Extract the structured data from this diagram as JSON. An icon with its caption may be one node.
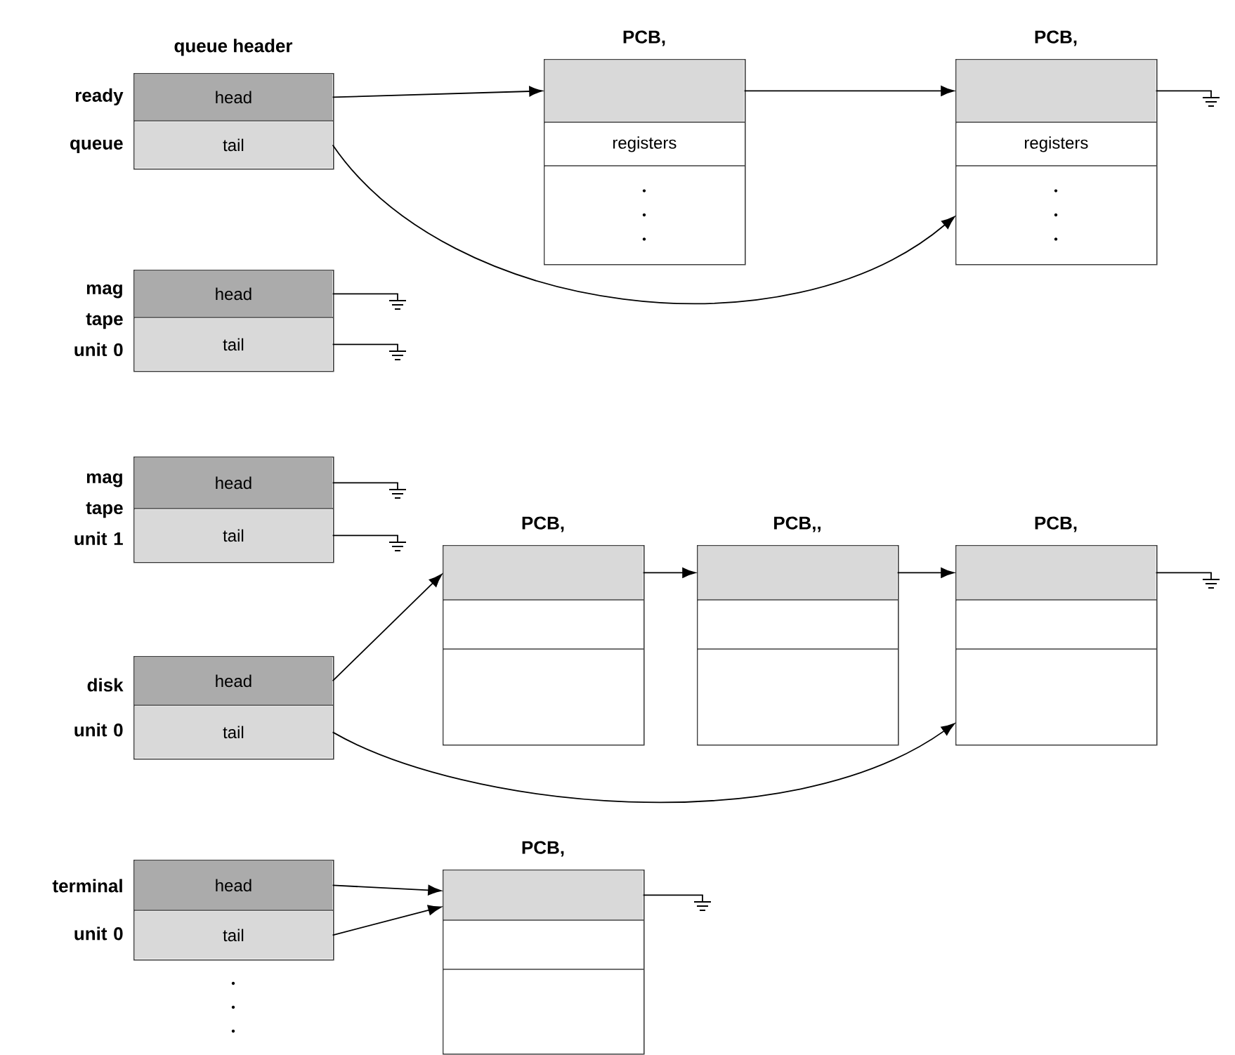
{
  "diagram": {
    "nodes": [
      {
        "text": [],
        "shape": "box",
        "beside": [
          "ready queue"
        ]
      },
      {
        "text": [
          "head"
        ],
        "in": 0
      },
      {
        "text": [
          "tail"
        ],
        "in": 0
      },
      {
        "text": [],
        "shape": "box",
        "beside": [
          "PCB,"
        ]
      },
      {
        "text": [],
        "shape": "box",
        "in": 3
      },
      {
        "text": [
          "registers"
        ],
        "in": 3
      },
      {
        "text": [],
        "shape": "box",
        "in": 3
      },
      {
        "text": [],
        "shape": "box",
        "beside": [
          "PCB,"
        ]
      },
      {
        "text": [],
        "shape": "box",
        "in": 7
      },
      {
        "text": [
          "registers"
        ],
        "in": 7
      },
      {
        "text": [],
        "shape": "box",
        "in": 7
      },
      {
        "text": [],
        "shape": "box",
        "beside": [
          "mag tape unit 0"
        ]
      },
      {
        "text": [
          "head"
        ],
        "in": 11
      },
      {
        "text": [
          "tail"
        ],
        "in": 11
      },
      {
        "text": [],
        "shape": "box",
        "beside": [
          "mag tape unit 1"
        ]
      },
      {
        "text": [
          "head"
        ],
        "in": 14
      },
      {
        "text": [
          "tail"
        ],
        "in": 14
      },
      {
        "text": [],
        "shape": "box",
        "beside": [
          "disk unit 0"
        ]
      },
      {
        "text": [
          "head"
        ],
        "in": 17
      },
      {
        "text": [
          "tail"
        ],
        "in": 17
      },
      {
        "text": [],
        "shape": "box",
        "beside": [
          "PCB,"
        ]
      },
      {
        "text": [],
        "shape": "box",
        "in": 20
      },
      {
        "text": [],
        "shape": "box",
        "in": 20
      },
      {
        "text": [],
        "shape": "box",
        "in": 20
      },
      {
        "text": [],
        "shape": "box",
        "beside": [
          "PCB,,"
        ]
      },
      {
        "text": [],
        "shape": "box",
        "in": 24
      },
      {
        "text": [],
        "shape": "box",
        "in": 24
      },
      {
        "text": [],
        "shape": "box",
        "in": 24
      },
      {
        "text": [],
        "shape": "box",
        "beside": [
          "PCB,"
        ]
      },
      {
        "text": [],
        "shape": "box",
        "in": 28
      },
      {
        "text": [],
        "shape": "box",
        "in": 28
      },
      {
        "text": [],
        "shape": "box",
        "in": 28
      },
      {
        "text": [],
        "shape": "box",
        "beside": [
          "terminal unit 0"
        ]
      },
      {
        "text": [
          "head"
        ],
        "in": 32
      },
      {
        "text": [
          "tail"
        ],
        "in": 32
      },
      {
        "text": [],
        "shape": "box",
        "beside": [
          "PCB,"
        ]
      },
      {
        "text": [],
        "shape": "box",
        "in": 35
      },
      {
        "text": [],
        "shape": "box",
        "in": 35
      },
      {
        "text": [],
        "shape": "box",
        "in": 35
      }
    ],
    "edges": [
      {
        "from": 1,
        "to": 4,
        "arrow": "to"
      },
      {
        "from": 2,
        "to": 10,
        "arrow": "to"
      },
      {
        "from": 4,
        "to": 8,
        "arrow": "to"
      },
      {
        "from": 8,
        "to": null,
        "arrow": "none"
      },
      {
        "from": 12,
        "to": null,
        "arrow": "none"
      },
      {
        "from": 13,
        "to": null,
        "arrow": "none"
      },
      {
        "from": 15,
        "to": null,
        "arrow": "none"
      },
      {
        "from": 16,
        "to": null,
        "arrow": "none"
      },
      {
        "from": 18,
        "to": 21,
        "arrow": "to"
      },
      {
        "from": 21,
        "to": 25,
        "arrow": "to"
      },
      {
        "from": 25,
        "to": 29,
        "arrow": "to"
      },
      {
        "from": 29,
        "to": null,
        "arrow": "none"
      },
      {
        "from": 19,
        "to": 31,
        "arrow": "to"
      },
      {
        "from": 33,
        "to": 36,
        "arrow": "to"
      },
      {
        "from": 34,
        "to": 36,
        "arrow": "to"
      },
      {
        "from": 36,
        "to": null,
        "arrow": "none"
      }
    ],
    "labels": [
      "queue header"
    ]
  }
}
